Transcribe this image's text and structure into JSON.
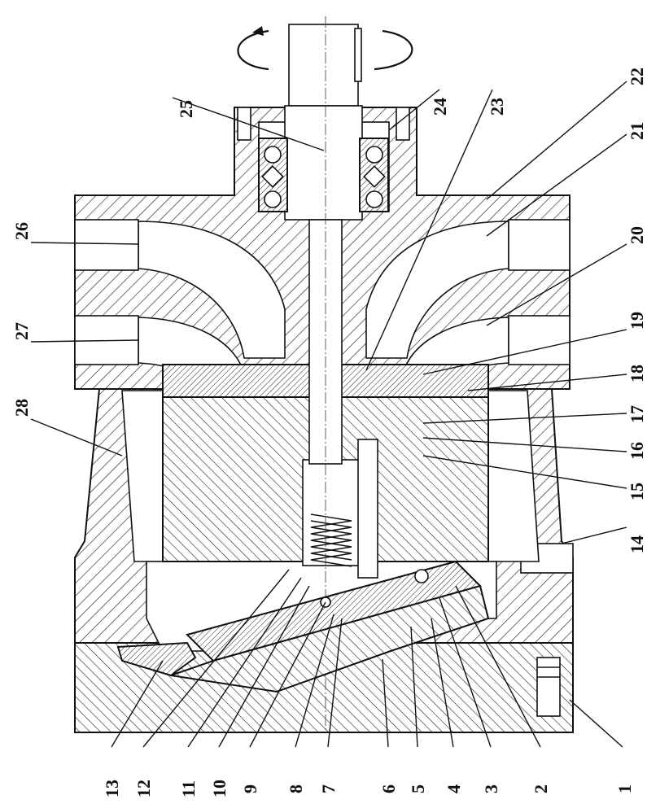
{
  "figure": {
    "callouts": [
      {
        "id": "1",
        "text": "1"
      },
      {
        "id": "2",
        "text": "2"
      },
      {
        "id": "3",
        "text": "3"
      },
      {
        "id": "4",
        "text": "4"
      },
      {
        "id": "5",
        "text": "5"
      },
      {
        "id": "6",
        "text": "6"
      },
      {
        "id": "7",
        "text": "7"
      },
      {
        "id": "8",
        "text": "8"
      },
      {
        "id": "9",
        "text": "9"
      },
      {
        "id": "10",
        "text": "10"
      },
      {
        "id": "11",
        "text": "11"
      },
      {
        "id": "12",
        "text": "12"
      },
      {
        "id": "13",
        "text": "13"
      },
      {
        "id": "14",
        "text": "14"
      },
      {
        "id": "15",
        "text": "15"
      },
      {
        "id": "16",
        "text": "16"
      },
      {
        "id": "17",
        "text": "17"
      },
      {
        "id": "18",
        "text": "18"
      },
      {
        "id": "19",
        "text": "19"
      },
      {
        "id": "20",
        "text": "20"
      },
      {
        "id": "21",
        "text": "21"
      },
      {
        "id": "22",
        "text": "22"
      },
      {
        "id": "23",
        "text": "23"
      },
      {
        "id": "24",
        "text": "24"
      },
      {
        "id": "25",
        "text": "25"
      },
      {
        "id": "26",
        "text": "26"
      },
      {
        "id": "27",
        "text": "27"
      },
      {
        "id": "28",
        "text": "28"
      }
    ],
    "rotation_icon": "rotation-arrow-icon",
    "colors": {
      "ink": "#111111",
      "background": "#ffffff"
    }
  }
}
